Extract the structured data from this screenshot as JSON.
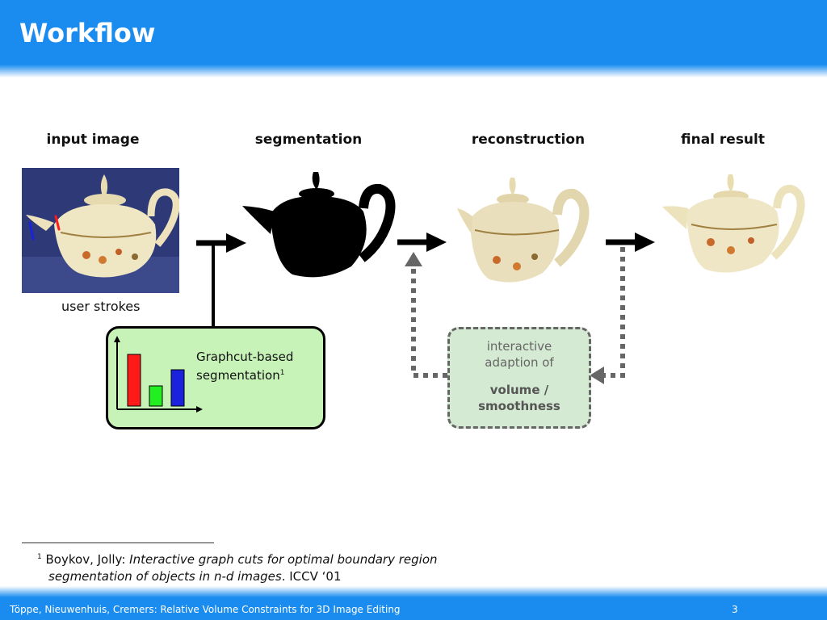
{
  "slide": {
    "title": "Workflow",
    "labels": {
      "input": "input image",
      "segmentation": "segmentation",
      "reconstruction": "reconstruction",
      "final": "final result",
      "strokes": "user strokes"
    },
    "graphcut": {
      "line1": "Graphcut-based",
      "line2": "segmentation",
      "footnote_mark": "1"
    },
    "interactive": {
      "line1": "interactive",
      "line2": "adaption of",
      "line3": "volume /",
      "line4": "smoothness"
    },
    "footnote": {
      "mark": "1",
      "authors": "Boykov, Jolly: ",
      "title_part1": "Interactive graph cuts for optimal boundary region",
      "title_part2": "segmentation of objects in n-d images",
      "venue": ". ICCV ‘01"
    },
    "footer": {
      "text": "Töppe, Nieuwenhuis, Cremers: Relative Volume Constraints for 3D Image Editing",
      "page": "3"
    },
    "colors": {
      "header": "#1a8cf0",
      "green_box": "#c7f3b8",
      "gray_box": "#d4ead2",
      "bar_red": "#ff1a1a",
      "bar_green": "#22ee22",
      "bar_blue": "#1a22dd"
    }
  }
}
